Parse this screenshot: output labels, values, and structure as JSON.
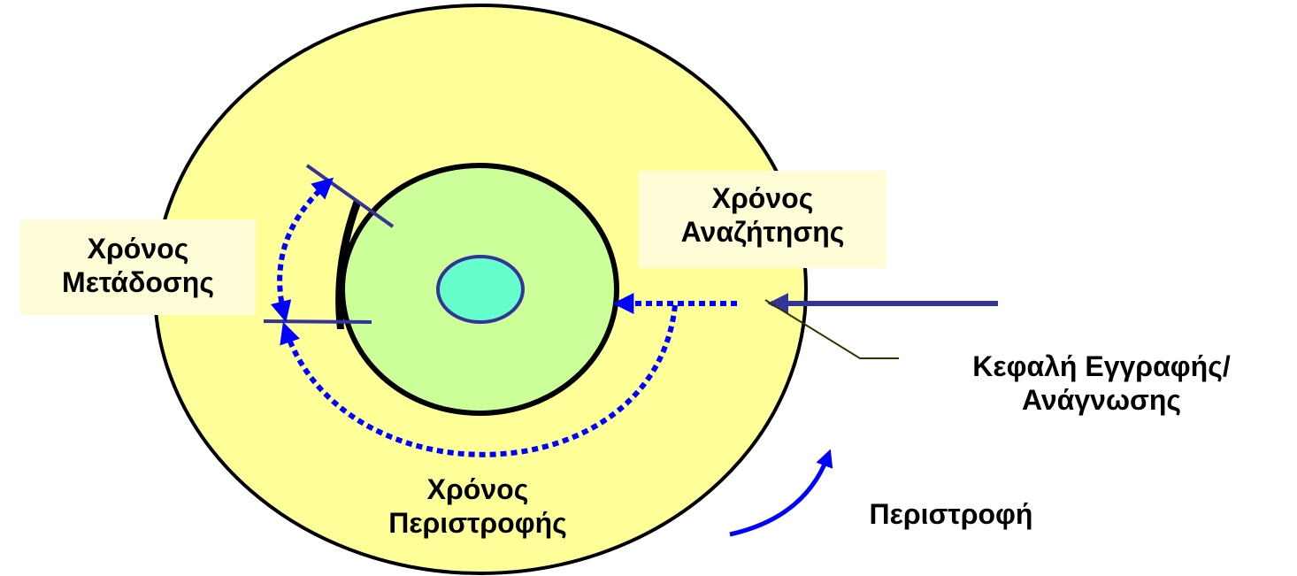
{
  "labels": {
    "transfer_time": [
      "Χρόνος",
      "Μετάδοσης"
    ],
    "seek_time": [
      "Χρόνος",
      "Αναζήτησης"
    ],
    "rotation_time": [
      "Χρόνος",
      "Περιστροφής"
    ],
    "head": [
      "Κεφαλή Εγγραφής/",
      "Ανάγνωσης"
    ],
    "rotation": "Περιστροφή"
  },
  "colors": {
    "outer_platter": "#ffff99",
    "inner_track": "#ccff99",
    "spindle": "#66ffcc",
    "spindle_outline": "#333399",
    "head_arm": "#333399",
    "time_arrows": "#0000ff",
    "rotation_arrow": "#0000ff",
    "label_highlight": "#fffdd8",
    "outline": "#000000",
    "head_leader": "#333300"
  }
}
